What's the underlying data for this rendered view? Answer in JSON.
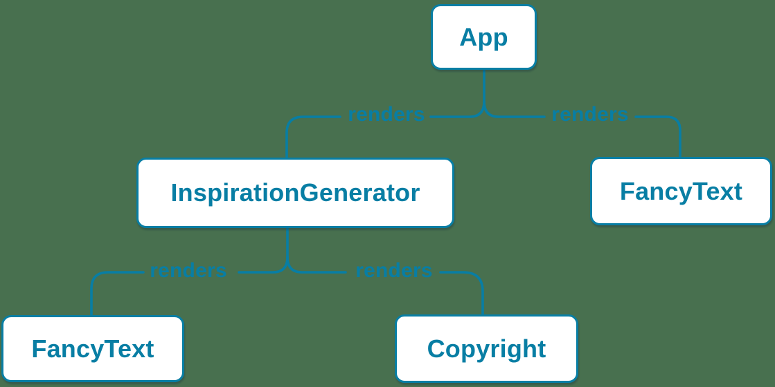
{
  "diagram": {
    "description": "React component render tree",
    "background_color": "#48704F",
    "accent_color": "#087ea4",
    "node_fill": "#ffffff",
    "nodes": [
      {
        "id": "app",
        "label": "App"
      },
      {
        "id": "inspiration-generator",
        "label": "InspirationGenerator"
      },
      {
        "id": "fancy-text-right",
        "label": "FancyText"
      },
      {
        "id": "fancy-text-left",
        "label": "FancyText"
      },
      {
        "id": "copyright",
        "label": "Copyright"
      }
    ],
    "edges": [
      {
        "from": "App",
        "to": "InspirationGenerator",
        "label": "renders"
      },
      {
        "from": "App",
        "to": "FancyText",
        "label": "renders"
      },
      {
        "from": "InspirationGenerator",
        "to": "FancyText",
        "label": "renders"
      },
      {
        "from": "InspirationGenerator",
        "to": "Copyright",
        "label": "renders"
      }
    ]
  }
}
